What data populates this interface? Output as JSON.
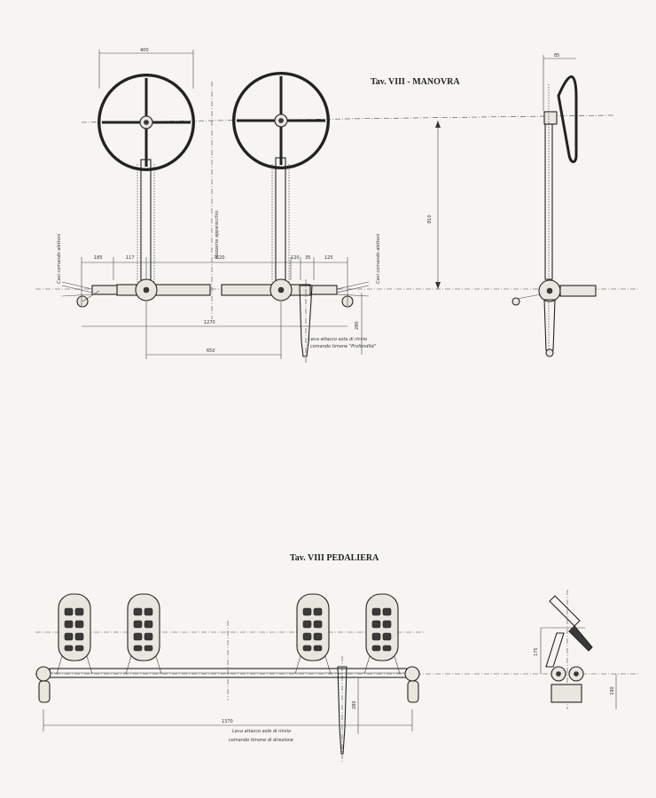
{
  "titles": {
    "manovra": "Tav. VIII - MANOVRA",
    "pedaliera": "Tav. VIII PEDALIERA"
  },
  "manovra": {
    "dims": {
      "wheel_diameter": "400",
      "d_185": "185",
      "d_117": "117",
      "d_620": "620",
      "d_120": "120",
      "d_35": "35",
      "d_125": "125",
      "total_width": "1270",
      "col_spacing": "650",
      "height": "810",
      "d_280": "280",
      "side_85": "85"
    },
    "labels": {
      "vertical_center": "Mezzeria  apparecchio",
      "left_cable": "Cavi comando alettoni",
      "right_cable": "Cavi comando alettoni",
      "lever_note_1": "Leva attacco asta di rinvio",
      "lever_note_2": "comando timone \"Profondità\""
    }
  },
  "pedaliera": {
    "dims": {
      "total_width": "1370",
      "d_280": "280",
      "side_175": "175",
      "side_190": "190"
    },
    "labels": {
      "lever_note_1": "Leva attacco aste di rinvio",
      "lever_note_2": "comando timone di direzione"
    }
  }
}
